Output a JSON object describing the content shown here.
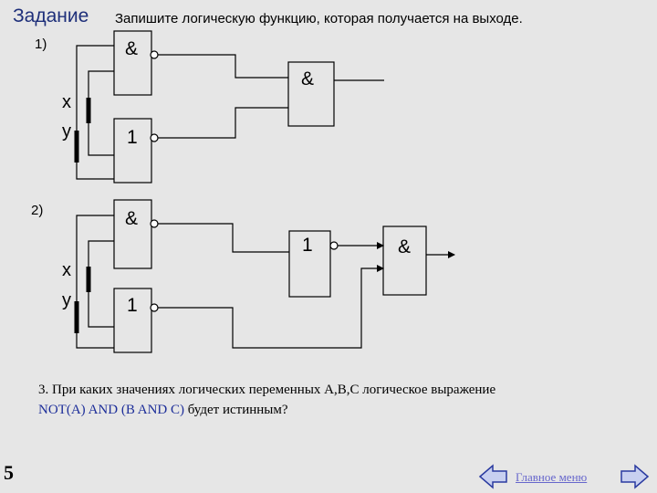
{
  "header": {
    "title": "Задание",
    "task": "Запишите логическую функцию, которая получается на выходе."
  },
  "diagram1": {
    "number": "1)",
    "inputs": [
      "x",
      "y"
    ],
    "gates": [
      "&",
      "1",
      "&"
    ]
  },
  "diagram2": {
    "number": "2)",
    "inputs": [
      "x",
      "y"
    ],
    "gates": [
      "&",
      "1",
      "1",
      "&"
    ]
  },
  "question3": {
    "text": "3. При каких значениях логических переменных A,B,C логическое выражение",
    "expression": "NOT(A) AND (B AND C)",
    "suffix": " будет истинным?"
  },
  "footer": {
    "page_number": "5",
    "menu_link": "Главное меню"
  },
  "colors": {
    "title": "#1e2f7a",
    "expression": "#1e2f9a",
    "link": "#6666cc",
    "nav_button": "#c8d0f0"
  },
  "icons": {
    "back": "left-arrow-icon",
    "forward": "right-arrow-icon"
  }
}
